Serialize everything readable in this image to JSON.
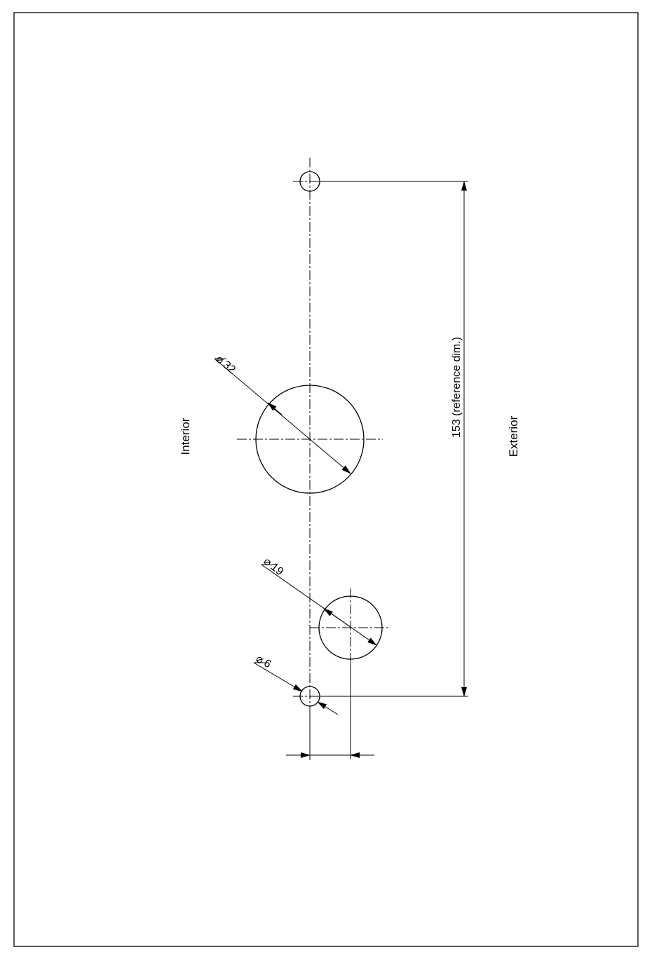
{
  "labels": {
    "interior": "Interior",
    "exterior": "Exterior",
    "reference_dim": "153 (reference dim.)"
  },
  "holes": [
    {
      "id": "hole-top-6",
      "diameter": "6"
    },
    {
      "id": "hole-large",
      "diameter": "32",
      "diameter_label": "32"
    },
    {
      "id": "hole-medium",
      "diameter": "19",
      "diameter_label": "19"
    },
    {
      "id": "hole-bottom-6",
      "diameter": "6",
      "diameter_label": "6"
    }
  ],
  "dimension_symbol": "⌀"
}
